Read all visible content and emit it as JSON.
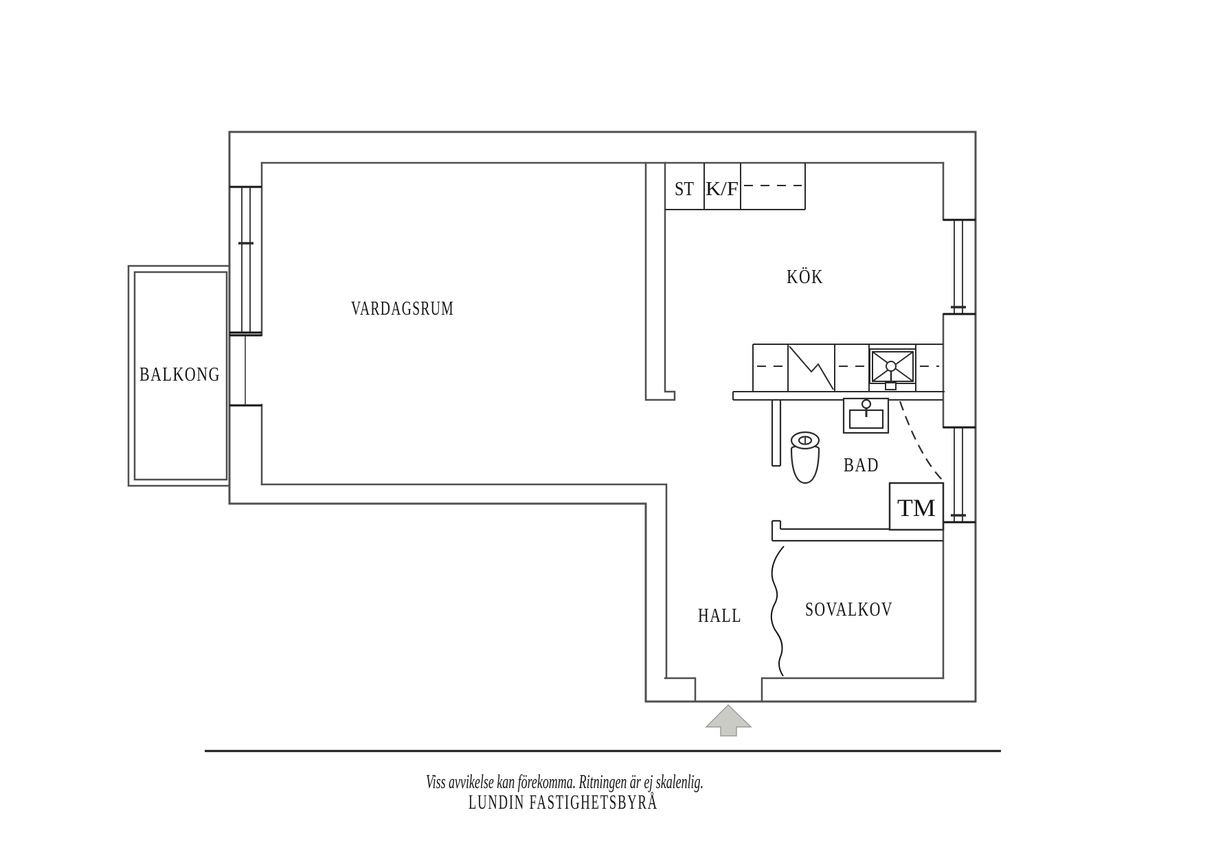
{
  "plan": {
    "rooms": {
      "balcony": {
        "label": "BALKONG"
      },
      "living": {
        "label": "VARDAGSRUM"
      },
      "kitchen": {
        "label": "KÖK"
      },
      "bath": {
        "label": "BAD"
      },
      "hall": {
        "label": "HALL"
      },
      "alcove": {
        "label": "SOVALKOV"
      }
    },
    "fixtures": {
      "closet": {
        "label": "ST"
      },
      "fridge_freezer": {
        "label": "K/F"
      },
      "washer": {
        "label": "TM"
      }
    }
  },
  "footer": {
    "disclaimer": "Viss avvikelse kan förekomma. Ritningen är ej skalenlig.",
    "brand": "LUNDIN FASTIGHETSBYRÅ"
  },
  "colors": {
    "background": "#ffffff",
    "wall": "#4f4f4f",
    "line": "#2b2b2b",
    "cap": "#161616",
    "text": "#141414",
    "arrow_fill": "#cbcbc5",
    "arrow_stroke": "#9c9c96"
  }
}
